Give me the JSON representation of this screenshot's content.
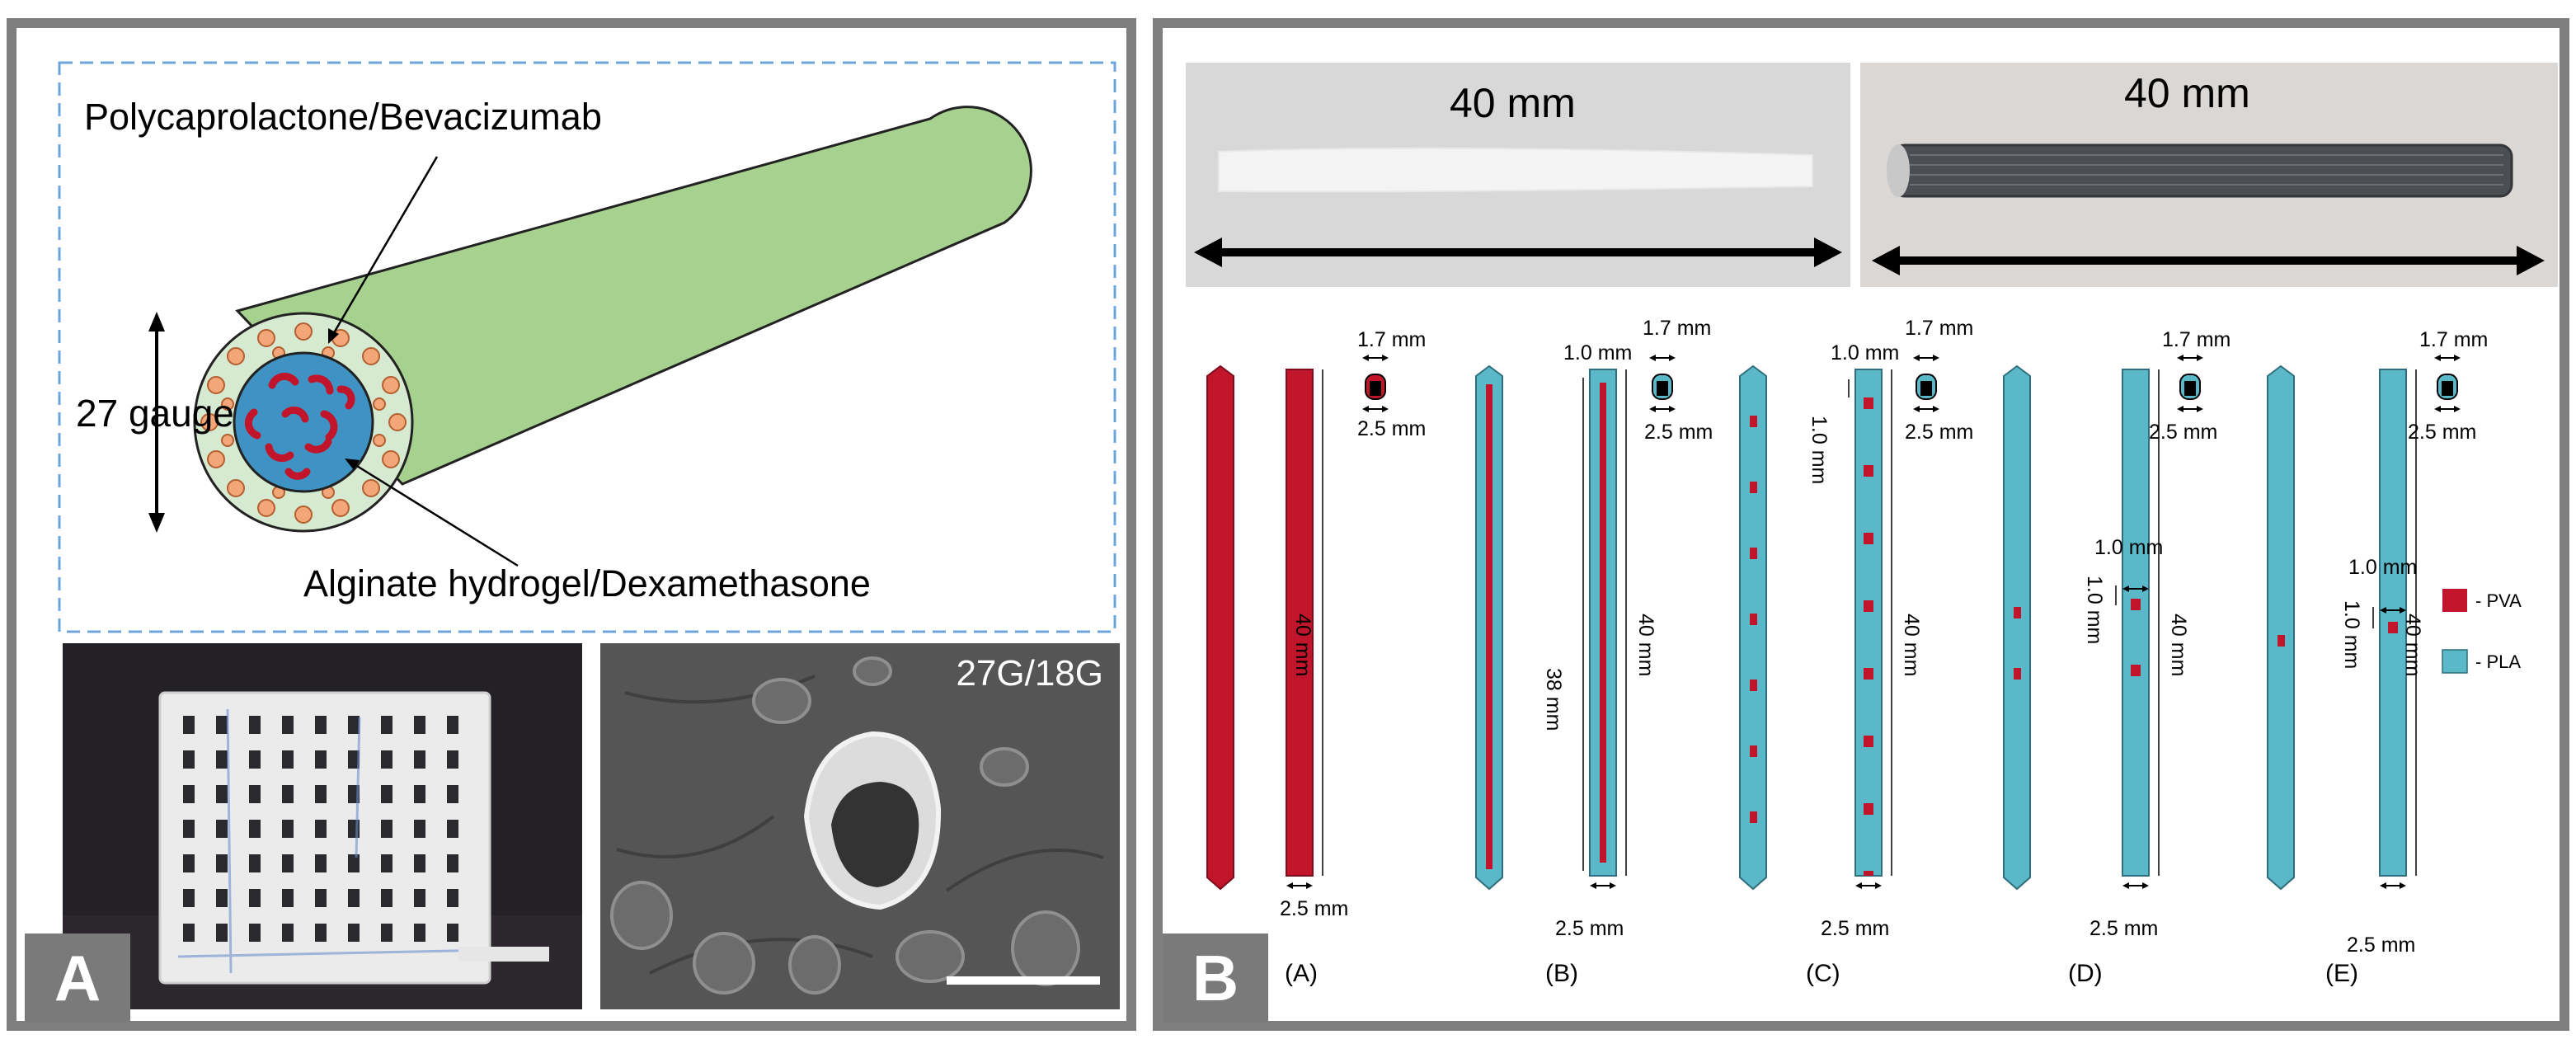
{
  "panel_a": {
    "panel_letter": "A",
    "labels": {
      "top": "Polycaprolactone/Bevacizumab",
      "side": "27 gauge",
      "bottom": "Alginate hydrogel/Dexamethasone"
    },
    "sem_label": "27G/18G"
  },
  "panel_b": {
    "panel_letter": "B",
    "photo_labels": [
      "40 mm",
      "40 mm"
    ],
    "designs": [
      {
        "letter": "(A)",
        "length_label": "40 mm",
        "width_label": "2.5 mm",
        "profile_width": "1.7 mm",
        "profile_height": "2.5 mm"
      },
      {
        "letter": "(B)",
        "length_label": "40 mm",
        "inner_length": "38 mm",
        "edge_label": "1.0 mm",
        "width_label": "2.5 mm",
        "profile_width": "1.7 mm",
        "profile_height": "2.5 mm"
      },
      {
        "letter": "(C)",
        "length_label": "40 mm",
        "edge_label": "1.0 mm",
        "spacing_label": "1.0 mm",
        "width_label": "2.5 mm",
        "profile_width": "1.7 mm",
        "profile_height": "2.5 mm"
      },
      {
        "letter": "(D)",
        "length_label": "40 mm",
        "gap_label": "1.0 mm",
        "spacing_label": "1.0 mm",
        "width_label": "2.5 mm",
        "profile_width": "1.7 mm",
        "profile_height": "2.5 mm"
      },
      {
        "letter": "(E)",
        "length_label": "40 mm",
        "gap_label": "1.0 mm",
        "spacing_label": "1.0 mm",
        "width_label": "2.5 mm",
        "profile_width": "1.7 mm",
        "profile_height": "2.5 mm"
      }
    ],
    "legend": [
      {
        "label": "- PVA",
        "color": "#c0152a"
      },
      {
        "label": "- PLA",
        "color": "#5bb8c8"
      }
    ]
  }
}
